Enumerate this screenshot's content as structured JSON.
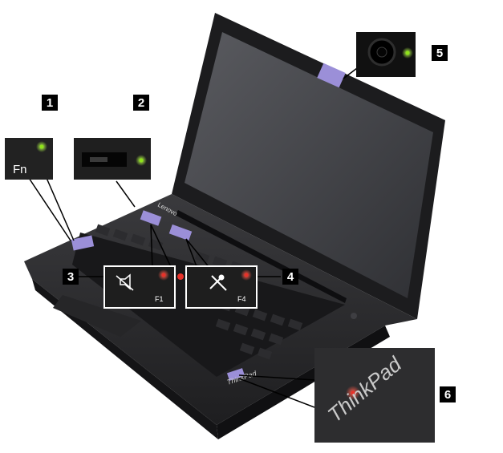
{
  "callouts": {
    "c1": "1",
    "c2": "2",
    "c3": "3",
    "c4": "4",
    "c5": "5",
    "c6": "6"
  },
  "keys": {
    "fn_label": "Fn",
    "f1_label": "F1",
    "f4_label": "F4"
  },
  "logos": {
    "thinkpad_large": "ThinkPad",
    "thinkpad_small": "ThinkPad",
    "lenovo": "Lenovo"
  },
  "colors": {
    "indicator_green": "#8fe31a",
    "indicator_red": "#e8322a",
    "highlight_purple": "#9b8fd8",
    "body_dark": "#2a2a2c",
    "screen": "#4a4b4f"
  }
}
